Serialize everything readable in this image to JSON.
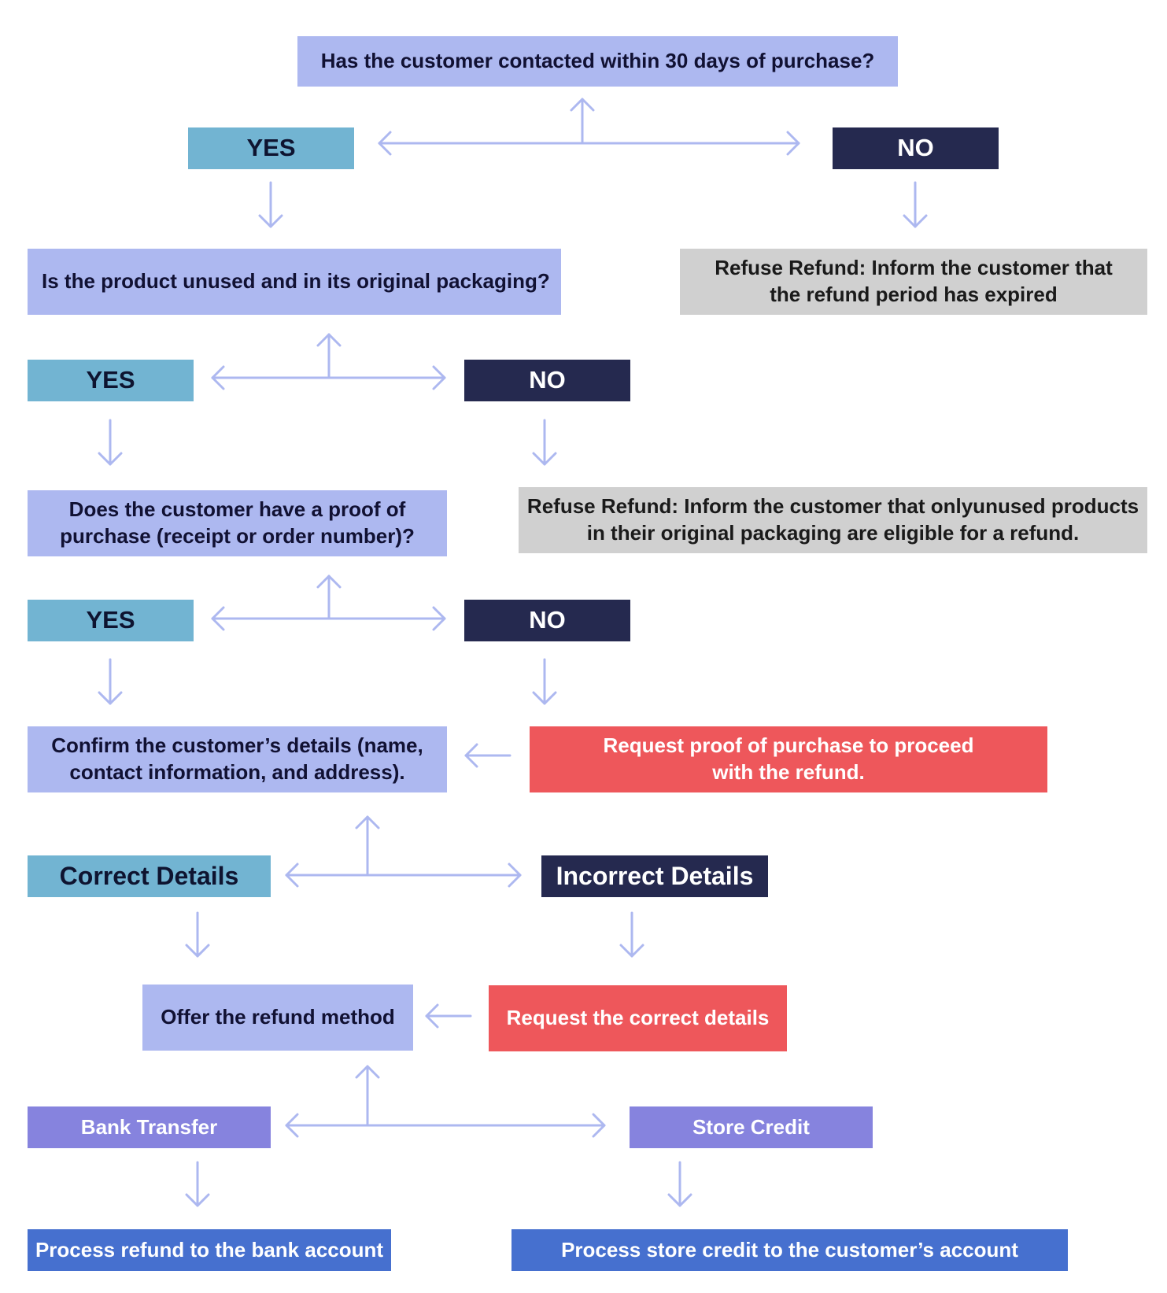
{
  "colors": {
    "question": "#adb8f0",
    "yes": "#72b4d2",
    "no": "#25294f",
    "refuse": "#d0d0d0",
    "request": "#ee575b",
    "method": "#8683de",
    "final": "#4670cf",
    "arrow": "#adb8f0"
  },
  "q1": {
    "text": "Has the customer contacted within 30 days of purchase?"
  },
  "q1_yes": "YES",
  "q1_no": "NO",
  "refuse1": {
    "line1": "Refuse Refund: Inform the customer that",
    "line2": "the refund period has expired"
  },
  "q2": {
    "text": "Is the product unused and in its original packaging?"
  },
  "q2_yes": "YES",
  "q2_no": "NO",
  "q3": {
    "line1": "Does the customer have a proof of",
    "line2": "purchase (receipt or order number)?"
  },
  "refuse2": {
    "line1": "Refuse Refund: Inform the customer that onlyunused products",
    "line2": "in their original packaging are eligible for a refund."
  },
  "q3_yes": "YES",
  "q3_no": "NO",
  "confirm": {
    "line1": "Confirm the customer’s details (name,",
    "line2": "contact information, and address)."
  },
  "request_proof": {
    "line1": "Request proof of purchase to proceed",
    "line2": "with the refund."
  },
  "correct_details": "Correct Details",
  "incorrect_details": "Incorrect Details",
  "offer_method": "Offer the refund method",
  "request_correct": "Request the correct details",
  "bank_transfer": "Bank Transfer",
  "store_credit": "Store Credit",
  "process_bank": "Process refund to the bank account",
  "process_store": "Process store credit to the customer’s account"
}
